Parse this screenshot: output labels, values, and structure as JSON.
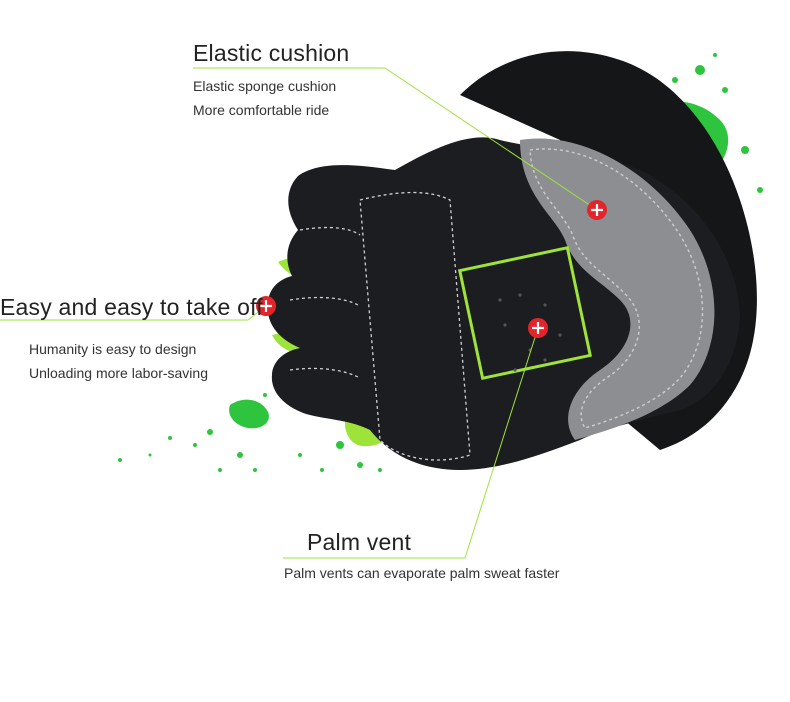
{
  "features": {
    "elastic_cushion": {
      "title": "Elastic cushion",
      "lines": [
        "Elastic sponge cushion",
        "More comfortable ride"
      ]
    },
    "easy_take_off": {
      "title": "Easy and easy to take off",
      "lines": [
        "Humanity is easy to design",
        "Unloading more labor-saving"
      ]
    },
    "palm_vent": {
      "title": "Palm vent",
      "lines": [
        "Palm vents can evaporate palm sweat faster"
      ]
    }
  },
  "colors": {
    "accent_green": "#9ee33a",
    "splash_green": "#2fc43e",
    "marker_red": "#e3242b",
    "glove_black": "#1c1d20",
    "pad_gray": "#8d8e92"
  },
  "icons": {
    "marker": "plus-marker-icon"
  }
}
